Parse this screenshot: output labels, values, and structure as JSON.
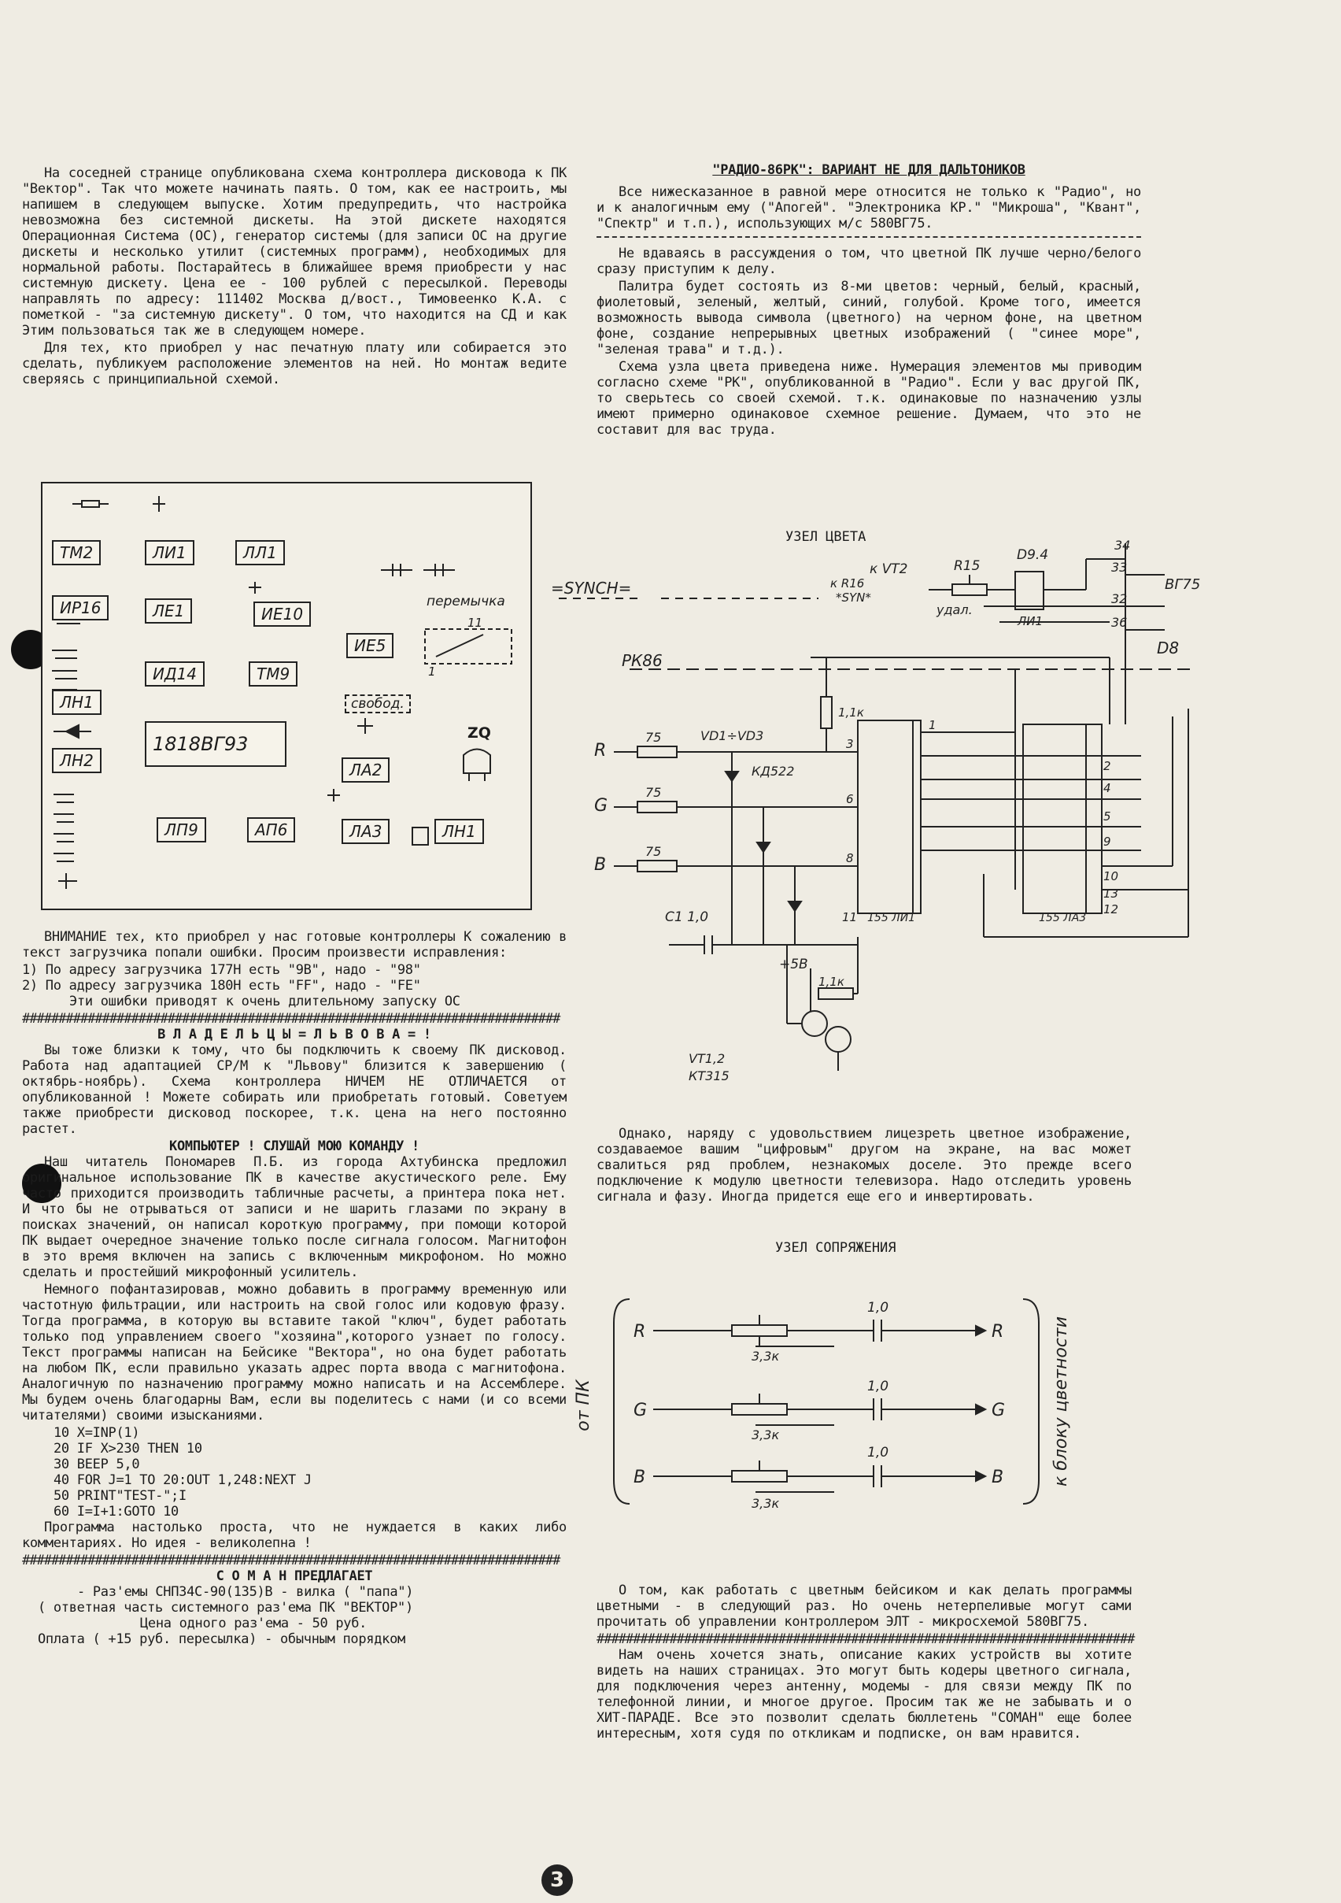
{
  "left": {
    "intro_p1": "На соседней странице опубликована схема контроллера дисковода к ПК \"Вектор\". Так что можете начинать паять. О том, как ее настроить, мы напишем в следующем выпуске. Хотим предупредить, что настройка невозможна без системной дискеты. На этой дискете находятся Операционная Система (ОС), генератор системы (для записи ОС на другие дискеты и несколько утилит (системных программ), необходимых для нормальной работы. Постарайтесь в ближайшее время приобрести у нас системную дискету. Цена ее - 100 рублей с пересылкой. Переводы направлять по адресу: 111402 Москва д/вост., Тимовеенко К.А. с пометкой - \"за системную дискету\". О том, что находится на СД и как Этим пользоваться так же в следующем номере.",
    "intro_p2": "Для тех, кто приобрел у нас печатную плату или собирается это сделать, публикуем расположение элементов на ней. Но монтаж ведите сверяясь с принципиальной схемой.",
    "board": {
      "chips": [
        "ТМ2",
        "ЛИ1",
        "ЛЛ1",
        "ИР16",
        "ЛЕ1",
        "ИЕ10",
        "ИЕ5",
        "ИД14",
        "ТМ9",
        "ЛН1",
        "1818ВГ93",
        "ЛН2",
        "ЛА2",
        "ЛП9",
        "АП6",
        "ЛА3",
        "ЛН1"
      ],
      "jumper_label": "перемычка",
      "jumper_pin": "11",
      "jumper_pin2": "1",
      "free_label": "свобод.",
      "zq_label": "ZQ"
    },
    "attention": "ВНИМАНИЕ тех, кто приобрел у нас готовые контроллеры К сожалению в текст загрузчика попали ошибки. Просим произвести исправления:",
    "fix1": "1) По адресу загрузчика 177Н есть \"9В\", надо - \"98\"",
    "fix2": "2) По адресу загрузчика 180Н есть \"FF\", надо - \"FE\"",
    "fix_note": "Эти ошибки приводят к очень длительному запуску ОС",
    "hashes": "##########################################################################",
    "owners_title": "В Л А Д Е Л Ь Ц Ы   = Л Ь В О В А = !",
    "owners_text": "Вы тоже близки к тому, что бы подключить к своему ПК дисковод. Работа над адаптацией СР/М к \"Львову\" близится к завершению ( октябрь-ноябрь). Схема контроллера НИЧЕМ НЕ ОТЛИЧАЕТСЯ от опубликованной ! Можете собирать или приобретать готовый. Советуем также приобрести дисковод поскорее, т.к. цена на него постоянно растет.",
    "voice_title": "КОМПЬЮТЕР ! СЛУШАЙ МОЮ КОМАНДУ !",
    "voice_p1": "Наш читатель Пономарев П.Б. из города Ахтубинска предложил оригинальное использование ПК в качестве акустического реле. Ему часто приходится производить табличные расчеты, а принтера пока нет. И что бы не отрываться от записи и не шарить глазами по экрану в поисках значений, он написал короткую программу, при помощи которой ПК выдает очередное значение только после сигнала голосом. Магнитофон в это время включен на запись с включенным микрофоном. Но можно сделать и простейший микрофонный усилитель.",
    "voice_p2": "Немного пофантазировав, можно добавить в программу временную или частотную фильтрации, или настроить на свой голос или кодовую фразу. Тогда программа, в которую вы вставите такой \"ключ\", будет работать только под управлением своего \"хозяина\",которого узнает по голосу. Текст программы написан на Бейсике \"Вектора\", но она будет работать на любом ПК, если правильно указать адрес порта ввода с магнитофона. Аналогичную по назначению программу можно написать и на Ассемблере. Мы будем очень благодарны Вам, если вы поделитесь с нами (и со всеми читателями) своими изысканиями.",
    "code": [
      "10 X=INP(1)",
      "20 IF X>230 THEN 10",
      "30 BEEP 5,0",
      "40 FOR J=1 TO 20:OUT 1,248:NEXT J",
      "50 PRINT\"TEST-\";I",
      "60 I=I+1:GOTO 10"
    ],
    "voice_p3": "Программа настолько проста, что не нуждается в каких либо комментариях. Но идея - великолепна !",
    "soman_title": "С О М А Н   ПРЕДЛАГАЕТ",
    "soman_l1": "- Раз'емы СНП34С-90(135)В - вилка ( \"папа\")",
    "soman_l2": "( ответная часть системного раз'ема ПК \"ВЕКТОР\")",
    "soman_l3": "Цена одного раз'ема - 50 руб.",
    "soman_l4": "Оплата ( +15 руб. пересылка) - обычным порядком"
  },
  "right": {
    "title": "\"РАДИО-86РК\": ВАРИАНТ НЕ ДЛЯ ДАЛЬТОНИКОВ",
    "p1": "Все нижесказанное в равной мере относится не только к \"Радио\", но и к аналогичным ему (\"Апогей\". \"Электроника КР.\" \"Микроша\", \"Квант\", \"Спектр\" и т.п.), использующих м/с 580ВГ75.",
    "p2": "Не вдаваясь в рассуждения о том, что цветной ПК лучше черно/белого сразу приступим к делу.",
    "p3": "Палитра будет состоять из 8-ми цветов: черный, белый, красный, фиолетовый, зеленый, желтый, синий, голубой. Кроме того, имеется возможность вывода символа (цветного) на черном фоне, на цветном фоне, создание непрерывных цветных изображений ( \"синее море\", \"зеленая трава\" и т.д.).",
    "p4": "Схема узла цвета приведена ниже. Нумерация элементов мы приводим согласно схеме \"РК\", опубликованной в \"Радио\". Если у вас другой ПК, то сверьтесь со своей схемой. т.к. одинаковые по назначению узлы имеют примерно одинаковое схемное решение. Думаем, что это не составит для вас труда.",
    "schem1_title": "УЗЕЛ ЦВЕТА",
    "schem1": {
      "synch": "=SYNCH=",
      "vt2": "к VT2",
      "r16": "к R16",
      "syn": "*SYN*",
      "r15": "R15",
      "udal": "удал.",
      "d94": "D9.4",
      "li1": "ЛИ1",
      "vg75": "ВГ75",
      "d8": "D8",
      "rk86": "РК86",
      "r_in": "R",
      "g_in": "G",
      "b_in": "B",
      "r75": "75",
      "vd": "VD1÷VD3",
      "ka522": "КД522",
      "r11k": "1,1к",
      "c1": "C1 1,0",
      "p5v": "+5В",
      "r1k": "1,1к",
      "vt12": "VT1,2",
      "kt315": "КТ315",
      "ic1": "155 ЛИ1",
      "ic2": "155 ЛА3",
      "pins": [
        "34",
        "33",
        "32",
        "36",
        "3",
        "6",
        "8",
        "11",
        "1",
        "2",
        "4",
        "5",
        "9",
        "10",
        "12",
        "13"
      ]
    },
    "p5": "Однако, наряду с удовольствием лицезреть цветное изображение, создаваемое вашим \"цифровым\" другом на экране, на вас может свалиться ряд проблем, незнакомых доселе. Это прежде всего подключение к модулю цветности телевизора. Надо отследить уровень сигнала и фазу. Иногда придется еще его и инвертировать.",
    "schem2_title": "УЗЕЛ СОПРЯЖЕНИЯ",
    "schem2": {
      "from_pc": "от ПК",
      "to_block": "к блоку цветности",
      "r": "R",
      "g": "G",
      "b": "B",
      "cap": "1,0",
      "res": "3,3к"
    },
    "p6": "О том, как работать с цветным бейсиком и как делать программы цветными - в следующий раз. Но очень нетерпеливые могут сами прочитать об управлении контроллером ЭЛТ - микросхемой 580ВГ75.",
    "p7": "Нам очень хочется знать, описание каких устройств вы хотите видеть на наших страницах. Это могут быть кодеры цветного сигнала, для подключения через антенну, модемы - для связи между ПК по телефонной линии, и многое другое. Просим так же не забывать и о ХИТ-ПАРАДЕ. Все это позволит сделать бюллетень \"СОМАН\" еще более интересным, хотя судя по откликам и подписке, он вам нравится."
  },
  "page_number": "3"
}
